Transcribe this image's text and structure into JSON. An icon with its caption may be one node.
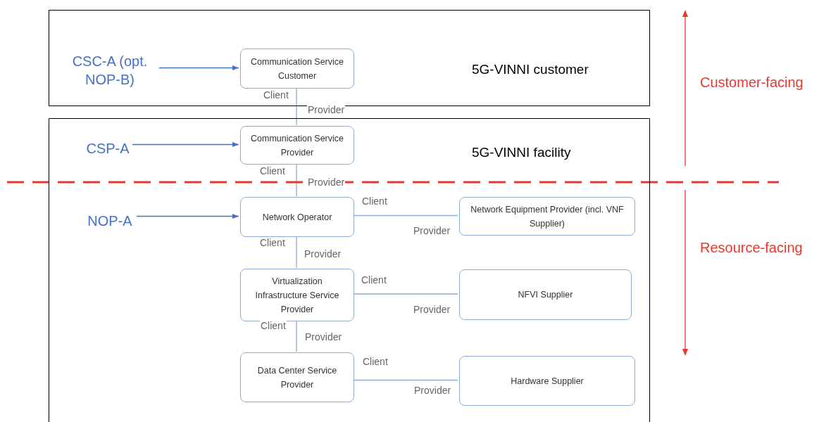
{
  "diagram": {
    "nodes": [
      {
        "text": [
          "5G-VINNI customer"
        ]
      },
      {
        "text": [
          "Communication Service Customer"
        ],
        "in": 0
      },
      {
        "text": [
          "CSC-A (opt. NOP-B)"
        ],
        "in": 0
      },
      {
        "text": [
          "5G-VINNI facility"
        ]
      },
      {
        "text": [
          "Communication Service Provider"
        ],
        "in": 3
      },
      {
        "text": [
          "CSP-A"
        ],
        "in": 3
      },
      {
        "text": [
          "Network Operator"
        ],
        "in": 3
      },
      {
        "text": [
          "NOP-A"
        ],
        "in": 3
      },
      {
        "text": [
          "Network Equipment Provider (incl. VNF Supplier)"
        ],
        "in": 3
      },
      {
        "text": [
          "Virtualization Infrastructure Service Provider"
        ],
        "in": 3
      },
      {
        "text": [
          "NFVI Supplier"
        ],
        "in": 3
      },
      {
        "text": [
          "Data Center Service Provider"
        ],
        "in": 3
      },
      {
        "text": [
          "Hardware Supplier"
        ],
        "in": 3
      }
    ],
    "edges": [
      {
        "from": 2,
        "to": 1,
        "arrow": "to",
        "color": "#4472c4"
      },
      {
        "from": 5,
        "to": 4,
        "arrow": "to",
        "color": "#4472c4"
      },
      {
        "from": 7,
        "to": 6,
        "arrow": "to",
        "color": "#4472c4"
      },
      {
        "from": 1,
        "to": 4,
        "arrow": "none"
      },
      {
        "from": 4,
        "to": 6,
        "arrow": "none"
      },
      {
        "from": 6,
        "to": 8,
        "arrow": "none"
      },
      {
        "from": 6,
        "to": 9,
        "arrow": "none"
      },
      {
        "from": 9,
        "to": 10,
        "arrow": "none"
      },
      {
        "from": 9,
        "to": 11,
        "arrow": "none"
      },
      {
        "from": 11,
        "to": 12,
        "arrow": "none"
      }
    ],
    "labels": [
      "Customer-facing",
      "Client",
      "Provider",
      "Client",
      "Provider",
      "Client",
      "Provider",
      "Client",
      "Resource-facing",
      "Provider",
      "Client",
      "Provider",
      "Client",
      "Provider",
      "Client",
      "Provider"
    ]
  }
}
